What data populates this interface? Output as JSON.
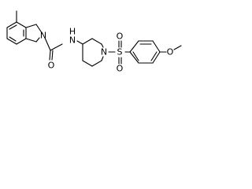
{
  "labels": {
    "n_indoline": "N",
    "n_amide": "N",
    "h_amide": "H",
    "o_carbonyl": "O",
    "n_piperidine": "N",
    "s_sulfonyl": "S",
    "o_sulfonyl_top": "O",
    "o_sulfonyl_bottom": "O",
    "o_methoxy": "O"
  },
  "colors": {
    "bond": "#000000",
    "text": "#000000",
    "background": "#ffffff"
  }
}
